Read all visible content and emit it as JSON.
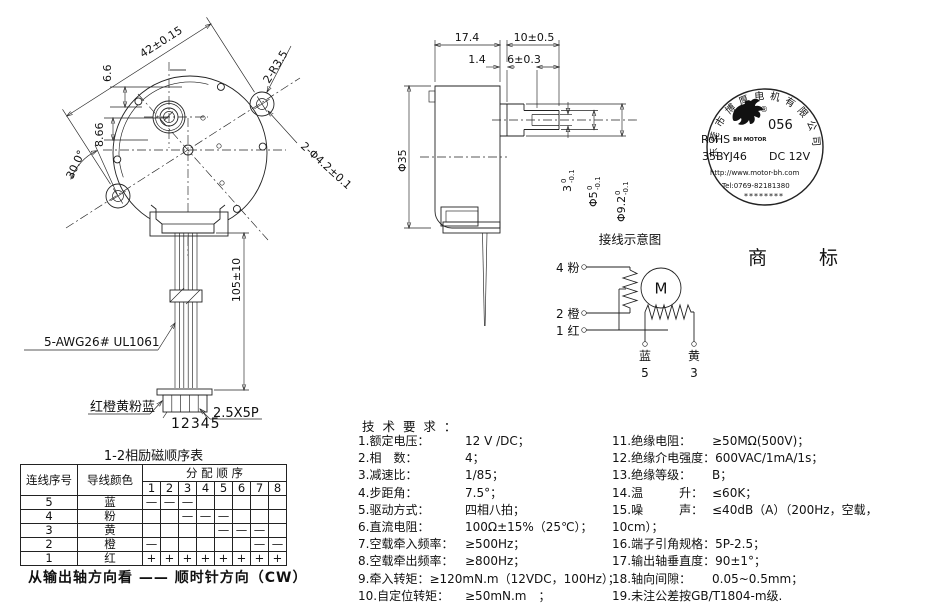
{
  "front": {
    "d42": "42±0.15",
    "d66": "6.6",
    "d866": "8.66",
    "d30": "30.0°",
    "r35": "2-R3.5",
    "hole": "2-Φ4.2±0.1",
    "wire_len": "105±10",
    "wire_spec": "5-AWG26# UL1061",
    "wire_colors": "红橙黄粉蓝",
    "pin_numbers": "12345",
    "connector": "2.5X5P"
  },
  "side": {
    "d174": "17.4",
    "d14": "1.4",
    "d10": "10±0.5",
    "d6": "6±0.3",
    "phi35": "Φ35",
    "d3": {
      "main": "3",
      "tol_top": "0",
      "tol_bot": "-0.1"
    },
    "phi5": {
      "main": "Φ5",
      "tol_top": "0",
      "tol_bot": "-0.1"
    },
    "phi92": {
      "main": "Φ9.2",
      "tol_top": "0",
      "tol_bot": "-0.1"
    }
  },
  "stamp": {
    "company_arc": "东莞市博厚电机有限公司",
    "reg": "®",
    "number": "056",
    "rohs": "RoHS",
    "logo_text": "BH MOTOR",
    "model": "35BYJ46",
    "voltage": "DC 12V",
    "website": "http://www.motor-bh.com",
    "tel": "Tel:0769-82181380",
    "stars": "********"
  },
  "trademark_label": "商标",
  "wiring": {
    "title": "接线示意图",
    "t4": "4 粉",
    "t2": "2 橙",
    "t1": "1 红",
    "motor_letter": "M",
    "blue": "蓝",
    "blue_num": "5",
    "yellow": "黄",
    "yellow_num": "3"
  },
  "table": {
    "title": "1-2相励磁顺序表",
    "col1": "连线序号",
    "col2": "导线颜色",
    "span_header": "分 配 顺 序",
    "seq_headers": [
      "1",
      "2",
      "3",
      "4",
      "5",
      "6",
      "7",
      "8"
    ],
    "rows": [
      {
        "num": "5",
        "color": "蓝",
        "c1": "—",
        "c2": "—",
        "c3": "—",
        "c4": "",
        "c5": "",
        "c6": "",
        "c7": "",
        "c8": ""
      },
      {
        "num": "4",
        "color": "粉",
        "c1": "",
        "c2": "",
        "c3": "—",
        "c4": "—",
        "c5": "—",
        "c6": "",
        "c7": "",
        "c8": ""
      },
      {
        "num": "3",
        "color": "黄",
        "c1": "",
        "c2": "",
        "c3": "",
        "c4": "",
        "c5": "—",
        "c6": "—",
        "c7": "—",
        "c8": ""
      },
      {
        "num": "2",
        "color": "橙",
        "c1": "—",
        "c2": "",
        "c3": "",
        "c4": "",
        "c5": "",
        "c6": "",
        "c7": "—",
        "c8": "—"
      },
      {
        "num": "1",
        "color": "红",
        "c1": "+",
        "c2": "+",
        "c3": "+",
        "c4": "+",
        "c5": "+",
        "c6": "+",
        "c7": "+",
        "c8": "+"
      }
    ]
  },
  "direction_note": "从输出轴方向看 —— 顺时针方向（CW）",
  "tech": {
    "header": "技 术 要 求 ：",
    "left": [
      {
        "label": "1.额定电压：",
        "value": "12 V /DC；"
      },
      {
        "label": "2.相　数：",
        "value": "4；"
      },
      {
        "label": "3.减速比：",
        "value": "1/85；"
      },
      {
        "label": "4.步距角：",
        "value": "7.5°；"
      },
      {
        "label": "5.驱动方式：",
        "value": "四相八拍；"
      },
      {
        "label": "6.直流电阻：",
        "value": "100Ω±15%（25℃）；"
      },
      {
        "label": "7.空载牵入频率：",
        "value": "≥500Hz；"
      },
      {
        "label": "8.空载牵出频率：",
        "value": "≥800Hz；"
      },
      {
        "label": "9.牵入转矩：≥120mN.m（12VDC，100Hz）；",
        "value": ""
      },
      {
        "label": "10.自定位转矩：",
        "value": "≥50mN.m　；"
      }
    ],
    "right": [
      {
        "label": "11.绝缘电阻：",
        "value": "≥50MΩ(500V)；"
      },
      {
        "label": "12.绝缘介电强度：",
        "value": "600VAC/1mA/1s；"
      },
      {
        "label": "13.绝缘等级：",
        "value": "B；"
      },
      {
        "label": "14.温　　　升：",
        "value": "≤60K；"
      },
      {
        "label": "15.噪　　　声：",
        "value": "≤40dB（A）（200Hz，空载，"
      },
      {
        "label": "10cm）；",
        "value": ""
      },
      {
        "label": "16.端子引角规格：",
        "value": "5P-2.5；"
      },
      {
        "label": "17.输出轴垂直度：",
        "value": "90±1°；"
      },
      {
        "label": "18.轴向间隙：",
        "value": "0.05~0.5mm；"
      },
      {
        "label": "19.未注公差按GB/T1804-m级.",
        "value": ""
      }
    ]
  }
}
